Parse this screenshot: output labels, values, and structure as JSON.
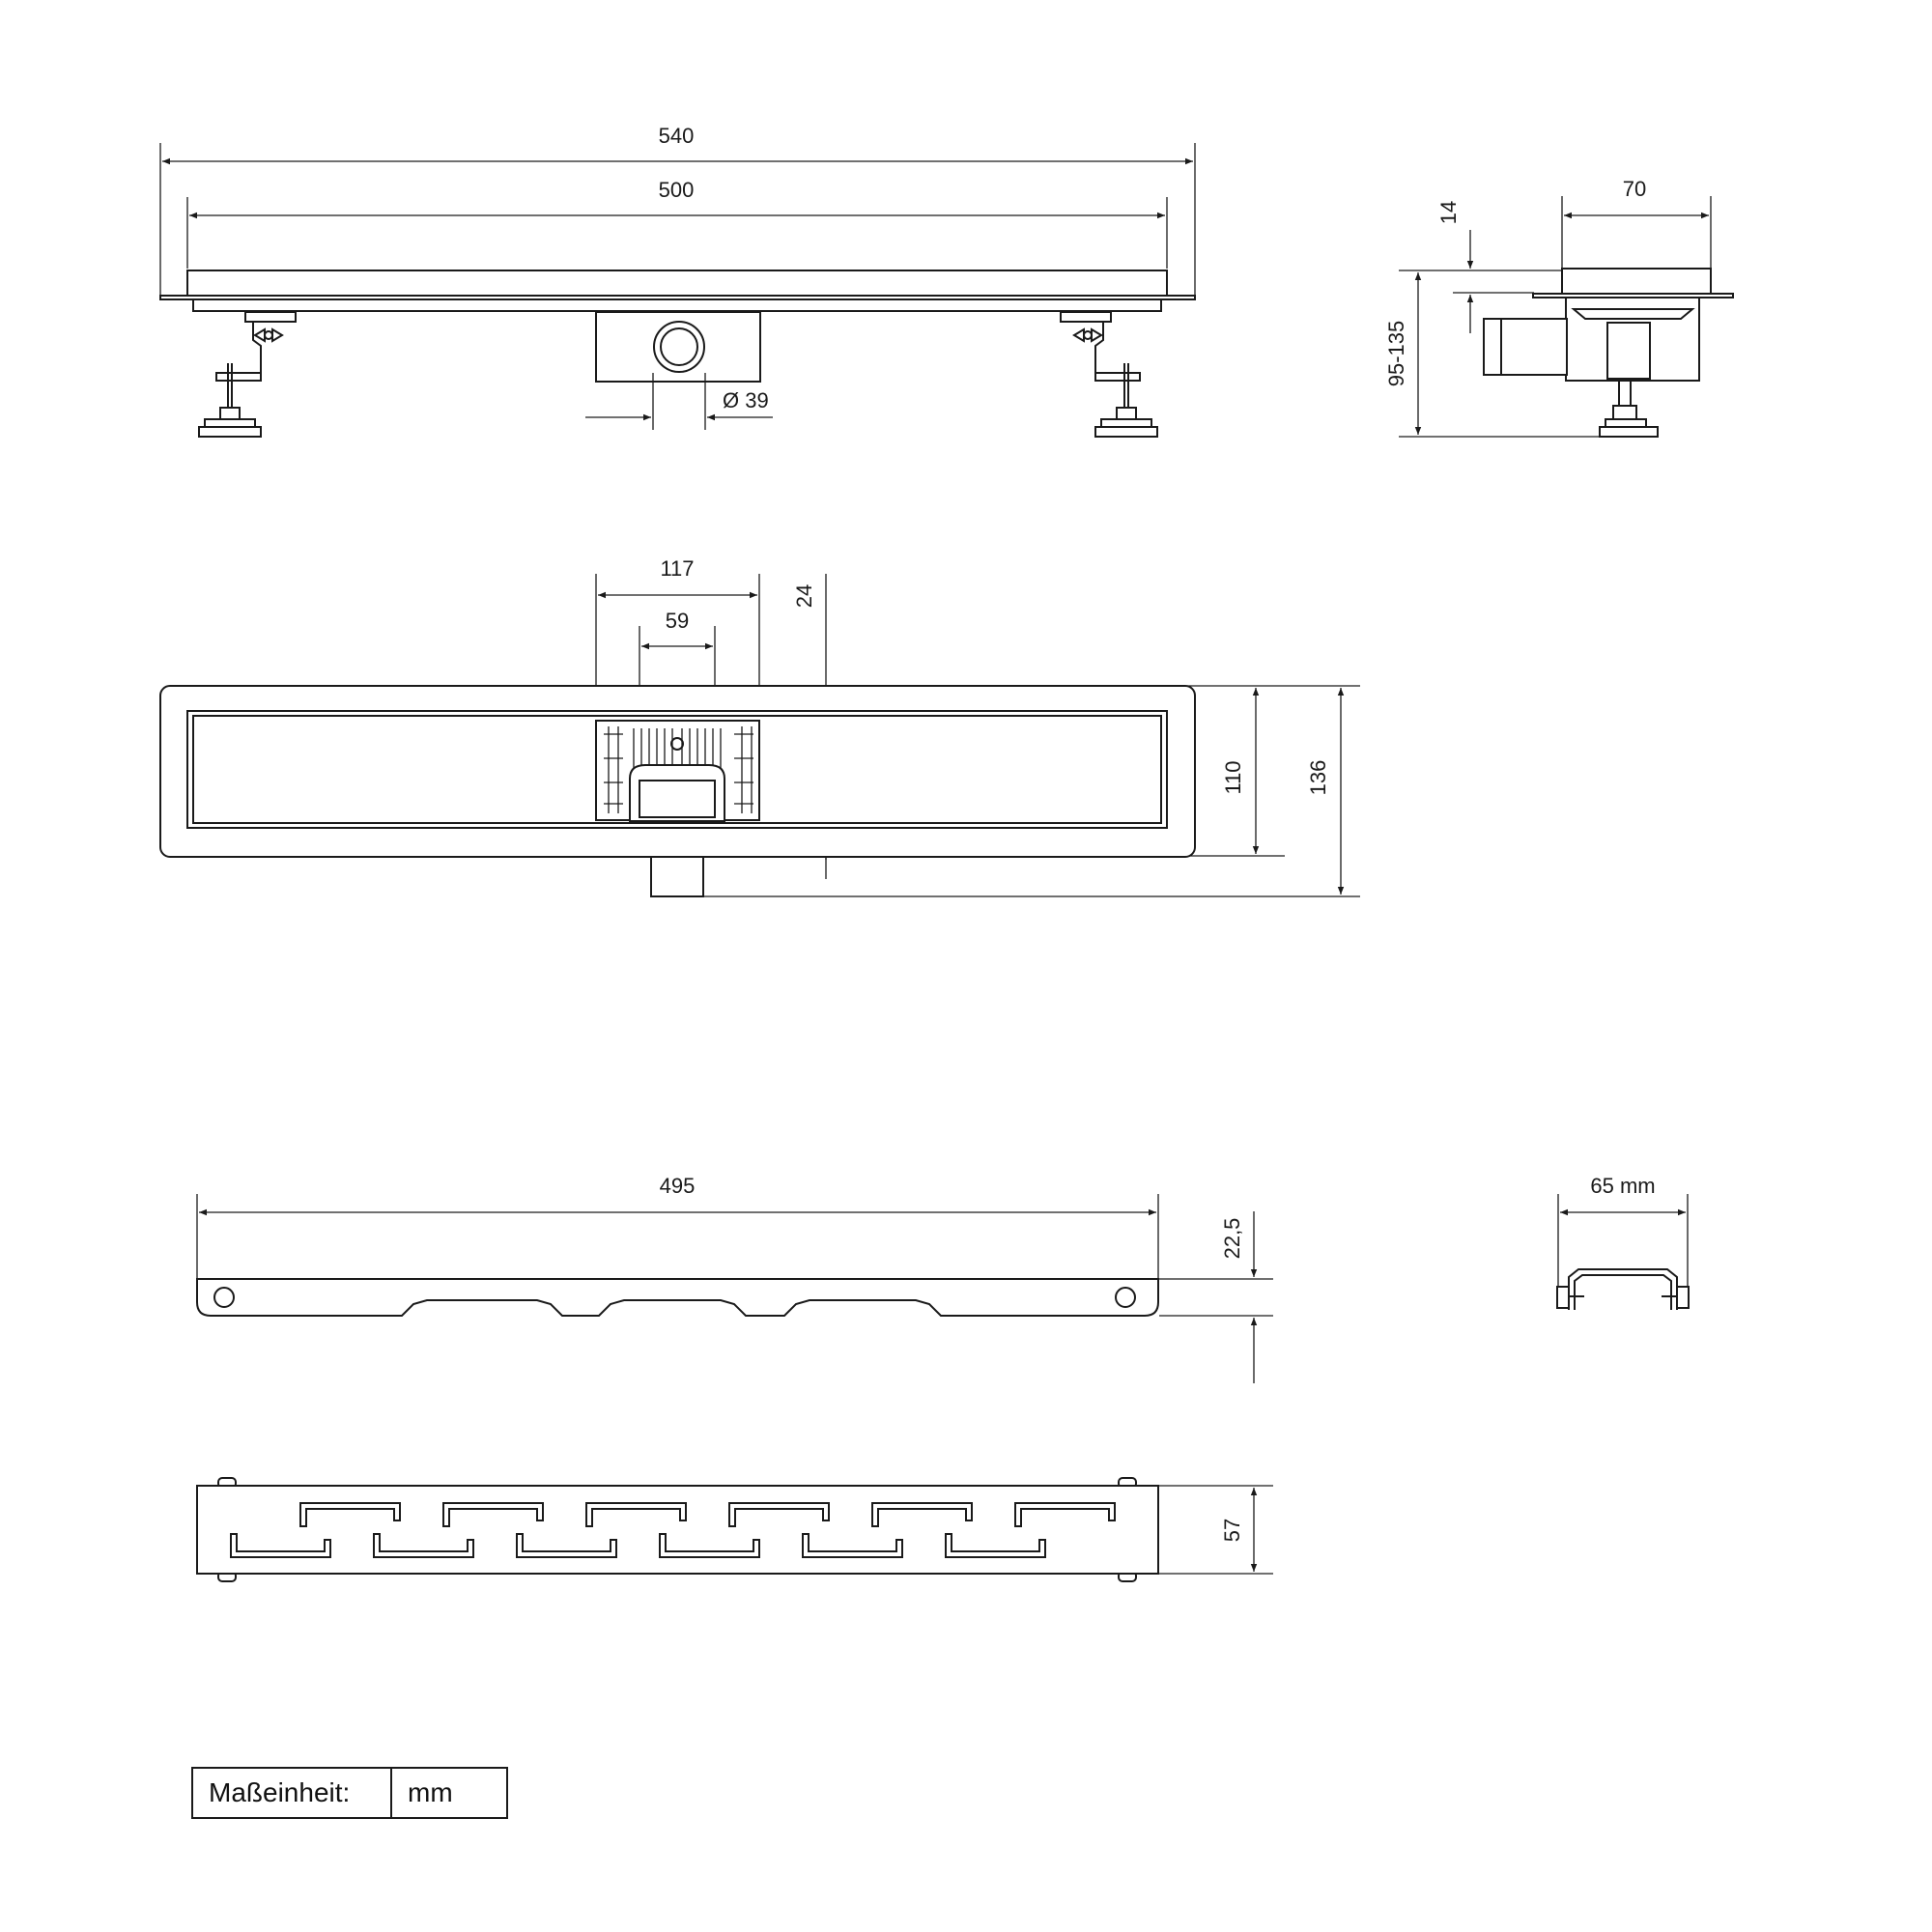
{
  "side_view": {
    "length_overall": "540",
    "length_grate": "500",
    "outlet_diameter": "Ø 39"
  },
  "end_view": {
    "width": "70",
    "flange_height": "14",
    "height_range": "95-135"
  },
  "top_view": {
    "outlet_width": "117",
    "trap_width": "59",
    "trap_offset": "24",
    "inner_width": "110",
    "overall_width": "136"
  },
  "bracket_view": {
    "length": "495",
    "height": "22,5"
  },
  "clip_view": {
    "width": "65 mm"
  },
  "grate_view": {
    "width": "57"
  },
  "unit_table": {
    "label": "Maßeinheit:",
    "value": "mm"
  }
}
